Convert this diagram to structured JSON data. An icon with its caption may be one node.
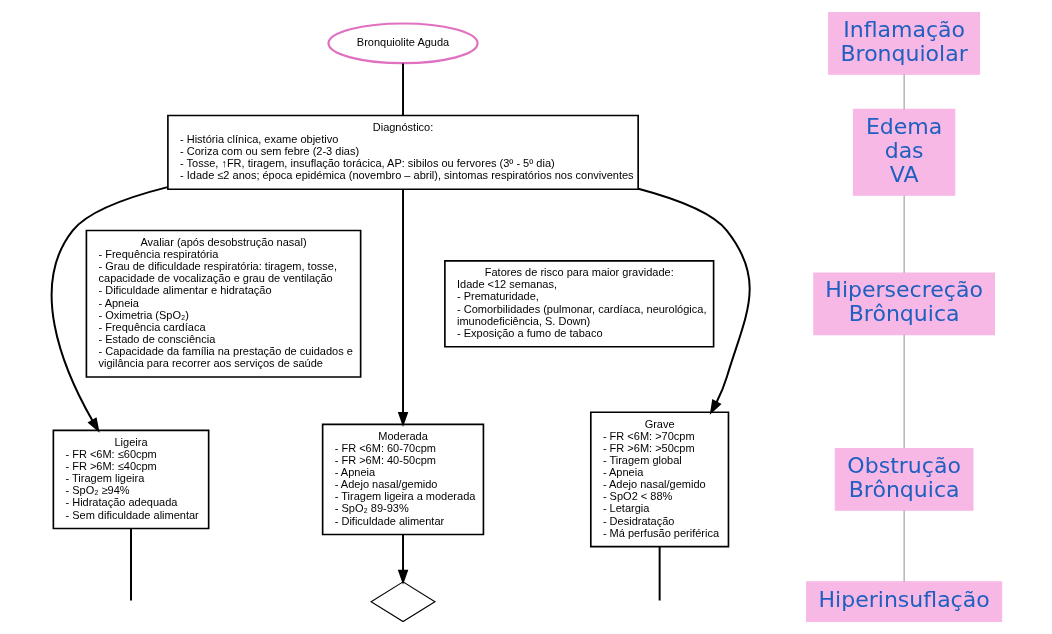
{
  "diagram": {
    "nodes": [
      {
        "text": [
          "Bronquiolite Aguda"
        ]
      },
      {
        "text": [
          "Diagnóstico:",
          "- História clínica, exame objetivo",
          "- Coriza com ou sem febre (2-3 dias)",
          "- Tosse, ↑FR, tiragem, insuflação torácica, AP: sibilos ou fervores (3º - 5º dia)",
          "- Idade ≤2 anos; época epidémica (novembro – abril), sintomas respiratórios nos conviventes"
        ]
      },
      {
        "text": [
          "Avaliar (após desobstrução nasal)",
          "- Frequência respiratória",
          "- Grau de dificuldade respiratória: tiragem, tosse, capacidade de vocalização e grau de ventilação",
          "- Dificuldade alimentar e hidratação",
          "- Apneia",
          "- Oximetria (SpO₂)",
          "- Frequência cardíaca",
          "- Estado de consciência",
          "- Capacidade da família na prestação de cuidados e vigilância para recorrer aos serviços de saúde"
        ]
      },
      {
        "text": [
          "Fatores de risco para maior gravidade:",
          "Idade <12 semanas,",
          "- Prematuridade,",
          "- Comorbilidades (pulmonar, cardíaca, neurológica, imunodeficiência, S. Down)",
          "- Exposição a fumo de tabaco"
        ]
      },
      {
        "text": [
          "Ligeira",
          "- FR <6M: ≤60cpm",
          "- FR >6M: ≤40cpm",
          "- Tiragem ligeira",
          "- SpO₂ ≥94%",
          "- Hidratação adequada",
          "- Sem dificuldade alimentar"
        ]
      },
      {
        "text": [
          "Moderada",
          "- FR <6M: 60-70cpm",
          "- FR >6M: 40-50cpm",
          "- Apneia",
          "- Adejo nasal/gemido",
          "- Tiragem ligeira a moderada",
          "- SpO₂ 89-93%",
          "- Dificuldade alimentar"
        ]
      },
      {
        "text": [
          "Grave",
          "- FR <6M: >70cpm",
          "- FR >6M: >50cpm",
          "- Tiragem global",
          "- Apneia",
          "- Adejo nasal/gemido",
          "- SpO2 < 88%",
          "- Letargia",
          "- Desidratação",
          "- Má perfusão periférica"
        ]
      },
      {
        "text": [],
        "shape": "diamond"
      },
      {
        "text": [
          "Inflamação Bronquiolar"
        ]
      },
      {
        "text": [
          "Edema das VA"
        ]
      },
      {
        "text": [
          "Hipersecreção Brônquica"
        ]
      },
      {
        "text": [
          "Obstrução Brônquica"
        ]
      },
      {
        "text": [
          "Hiperinsuflação"
        ]
      }
    ],
    "edges": [
      {
        "from": 8,
        "to": 9,
        "arrow": "none",
        "color": "#9a9a9a"
      },
      {
        "from": 9,
        "to": 10,
        "arrow": "none",
        "color": "#9a9a9a"
      },
      {
        "from": 10,
        "to": 11,
        "arrow": "none",
        "color": "#9a9a9a"
      },
      {
        "from": 11,
        "to": 12,
        "arrow": "none",
        "color": "#9a9a9a"
      },
      {
        "from": 0,
        "to": 1,
        "arrow": "none"
      },
      {
        "from": 1,
        "to": 4,
        "arrow": "to"
      },
      {
        "from": 1,
        "to": 5,
        "arrow": "to"
      },
      {
        "from": 1,
        "to": 6,
        "arrow": "to"
      },
      {
        "from": 4,
        "to": null,
        "arrow": "none"
      },
      {
        "from": 5,
        "to": 7,
        "arrow": "to"
      },
      {
        "from": 6,
        "to": null,
        "arrow": "none"
      }
    ]
  }
}
